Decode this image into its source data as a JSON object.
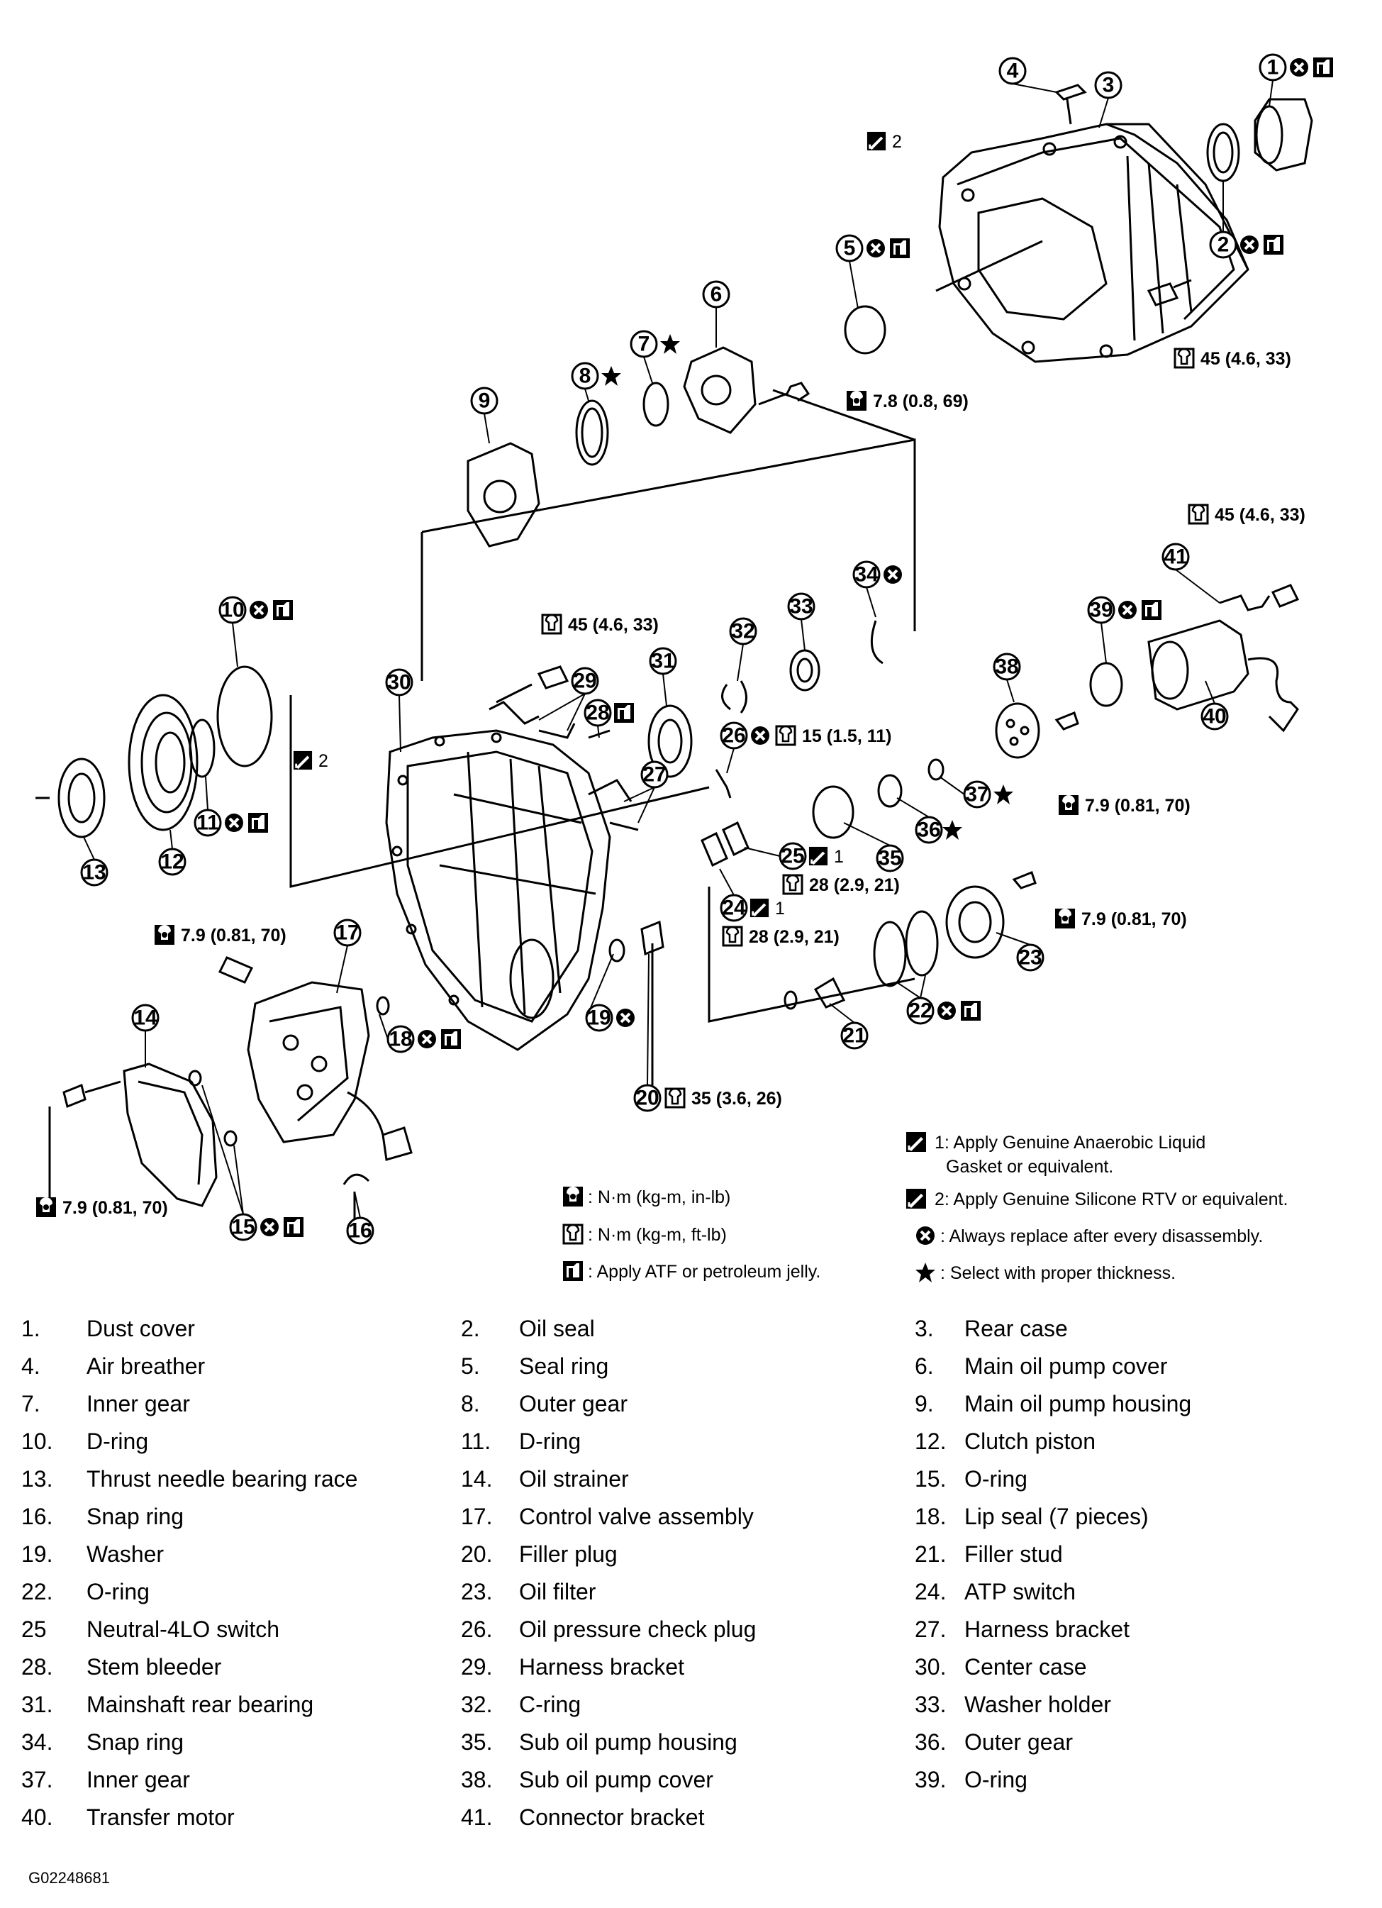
{
  "callouts": [
    "1",
    "2",
    "3",
    "4",
    "5",
    "6",
    "7",
    "8",
    "9",
    "10",
    "11",
    "12",
    "13",
    "14",
    "15",
    "16",
    "17",
    "18",
    "19",
    "20",
    "21",
    "22",
    "23",
    "24",
    "25",
    "26",
    "27",
    "28",
    "29",
    "30",
    "31",
    "32",
    "33",
    "34",
    "35",
    "36",
    "37",
    "38",
    "39",
    "40",
    "41"
  ],
  "torque_specs": {
    "rear_case_bolt": "45 (4.6, 33)",
    "main_pump_cover_bolt": "7.8 (0.8, 69)",
    "connector_bracket_bolt": "45 (4.6, 33)",
    "center_case_bolt": "45 (4.6, 33)",
    "oil_pressure_plug": "15 (1.5, 11)",
    "sub_pump_cover_bolt": "7.9 (0.81, 70)",
    "neutral_switch": "28 (2.9, 21)",
    "atp_switch": "28 (2.9, 21)",
    "oil_filter_bolt": "7.9 (0.81, 70)",
    "control_valve_bolt": "7.9 (0.81, 70)",
    "filler_plug": "35 (3.6, 26)",
    "oil_strainer_bolt": "7.9 (0.81, 70)"
  },
  "sealant_marks": {
    "rtv": "2",
    "anaerobic": "1"
  },
  "legend": {
    "nm_inlb": ": N·m (kg-m, in-lb)",
    "nm_ftlb": ": N·m (kg-m, ft-lb)",
    "atf": ": Apply ATF or petroleum jelly.",
    "note1_line1": "1: Apply Genuine Anaerobic Liquid",
    "note1_line2": "Gasket or equivalent.",
    "note2": "2: Apply Genuine Silicone RTV or equivalent.",
    "replace": ": Always replace after every disassembly.",
    "select": ": Select with proper thickness."
  },
  "parts_list": [
    {
      "num": "1.",
      "label": "Dust cover"
    },
    {
      "num": "2.",
      "label": "Oil seal"
    },
    {
      "num": "3.",
      "label": "Rear case"
    },
    {
      "num": "4.",
      "label": "Air breather"
    },
    {
      "num": "5.",
      "label": "Seal ring"
    },
    {
      "num": "6.",
      "label": "Main oil pump cover"
    },
    {
      "num": "7.",
      "label": "Inner gear"
    },
    {
      "num": "8.",
      "label": "Outer gear"
    },
    {
      "num": "9.",
      "label": "Main oil pump housing"
    },
    {
      "num": "10.",
      "label": "D-ring"
    },
    {
      "num": "11.",
      "label": "D-ring"
    },
    {
      "num": "12.",
      "label": "Clutch piston"
    },
    {
      "num": "13.",
      "label": "Thrust needle bearing race"
    },
    {
      "num": "14.",
      "label": "Oil strainer"
    },
    {
      "num": "15.",
      "label": "O-ring"
    },
    {
      "num": "16.",
      "label": "Snap ring"
    },
    {
      "num": "17.",
      "label": "Control valve assembly"
    },
    {
      "num": "18.",
      "label": "Lip seal (7 pieces)"
    },
    {
      "num": "19.",
      "label": "Washer"
    },
    {
      "num": "20.",
      "label": "Filler plug"
    },
    {
      "num": "21.",
      "label": "Filler stud"
    },
    {
      "num": "22.",
      "label": "O-ring"
    },
    {
      "num": "23.",
      "label": "Oil filter"
    },
    {
      "num": "24.",
      "label": "ATP switch"
    },
    {
      "num": "25",
      "label": "Neutral-4LO switch"
    },
    {
      "num": "26.",
      "label": "Oil pressure check plug"
    },
    {
      "num": "27.",
      "label": "Harness bracket"
    },
    {
      "num": "28.",
      "label": "Stem bleeder"
    },
    {
      "num": "29.",
      "label": "Harness bracket"
    },
    {
      "num": "30.",
      "label": "Center case"
    },
    {
      "num": "31.",
      "label": "Mainshaft rear bearing"
    },
    {
      "num": "32.",
      "label": "C-ring"
    },
    {
      "num": "33.",
      "label": "Washer holder"
    },
    {
      "num": "34.",
      "label": "Snap ring"
    },
    {
      "num": "35.",
      "label": "Sub oil pump housing"
    },
    {
      "num": "36.",
      "label": "Outer gear"
    },
    {
      "num": "37.",
      "label": "Inner gear"
    },
    {
      "num": "38.",
      "label": "Sub oil pump cover"
    },
    {
      "num": "39.",
      "label": "O-ring"
    },
    {
      "num": "40.",
      "label": "Transfer motor"
    },
    {
      "num": "41.",
      "label": "Connector bracket"
    }
  ],
  "figure_id": "G02248681"
}
